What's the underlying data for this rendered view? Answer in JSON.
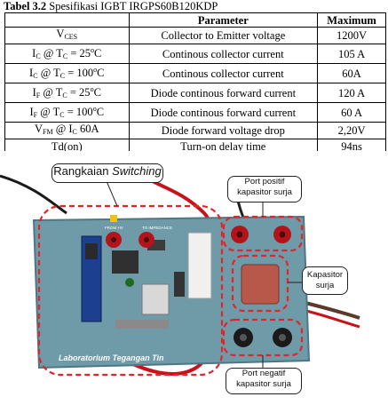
{
  "caption": {
    "number": "Tabel 3.2",
    "title": "Spesifikasi IGBT IRGPS60B120KDP"
  },
  "table": {
    "headers": [
      "",
      "Parameter",
      "Maximum"
    ],
    "rows": [
      {
        "sym": "V",
        "sub": "CES",
        "rest": "",
        "param": "Collector to Emitter voltage",
        "max": "1200V"
      },
      {
        "sym": "I",
        "sub": "C",
        "rest": " @ T",
        "sub2": "C",
        "cond": " = 25",
        "sup": "o",
        "unit": "C",
        "param": "Continous collector current",
        "max": "105 A"
      },
      {
        "sym": "I",
        "sub": "C",
        "rest": " @ T",
        "sub2": "C",
        "cond": " = 100",
        "sup": "o",
        "unit": "C",
        "param": "Continous collector current",
        "max": "60A"
      },
      {
        "sym": "I",
        "sub": "F",
        "rest": " @ T",
        "sub2": "C",
        "cond": " = 25",
        "sup": "o",
        "unit": "C",
        "param": "Diode continous forward current",
        "max": "120 A"
      },
      {
        "sym": "I",
        "sub": "F",
        "rest": " @ T",
        "sub2": "C",
        "cond": " = 100",
        "sup": "o",
        "unit": "C",
        "param": "Diode continous forward current",
        "max": "60 A"
      },
      {
        "sym": "V",
        "sub": "FM",
        "rest": " @ I",
        "sub2": "C",
        "cond": " 60A",
        "sup": "",
        "unit": "",
        "param": "Diode forward voltage drop",
        "max": "2,20V"
      },
      {
        "sym": "Td(on)",
        "sub": "",
        "rest": "",
        "param": "Turn-on delay time",
        "max": "94ns"
      }
    ]
  },
  "figure": {
    "callouts": {
      "switching": {
        "text": "Rangkaian ",
        "italic": "Switching"
      },
      "port_pos": {
        "line1": "Port positif",
        "line2": "kapasitor surja"
      },
      "kapasitor": {
        "line1": "Kapasitor",
        "line2": "surja"
      },
      "port_neg": {
        "line1": "Port negatif",
        "line2": "kapasitor surja"
      }
    },
    "board_labels": {
      "from_hv": "FROM HV",
      "to_impedance": "TO IMPEDANCE",
      "footer": "Laboratorium Tegangan Tin"
    },
    "colors": {
      "board": "#6f9aa8",
      "board_dark": "#4e7784",
      "dashed": "#e0262b",
      "binding_red": "#b3141b",
      "binding_black": "#1a1a1a",
      "capacitor": "#b8584a",
      "arduino": "#1c3f8f"
    }
  }
}
